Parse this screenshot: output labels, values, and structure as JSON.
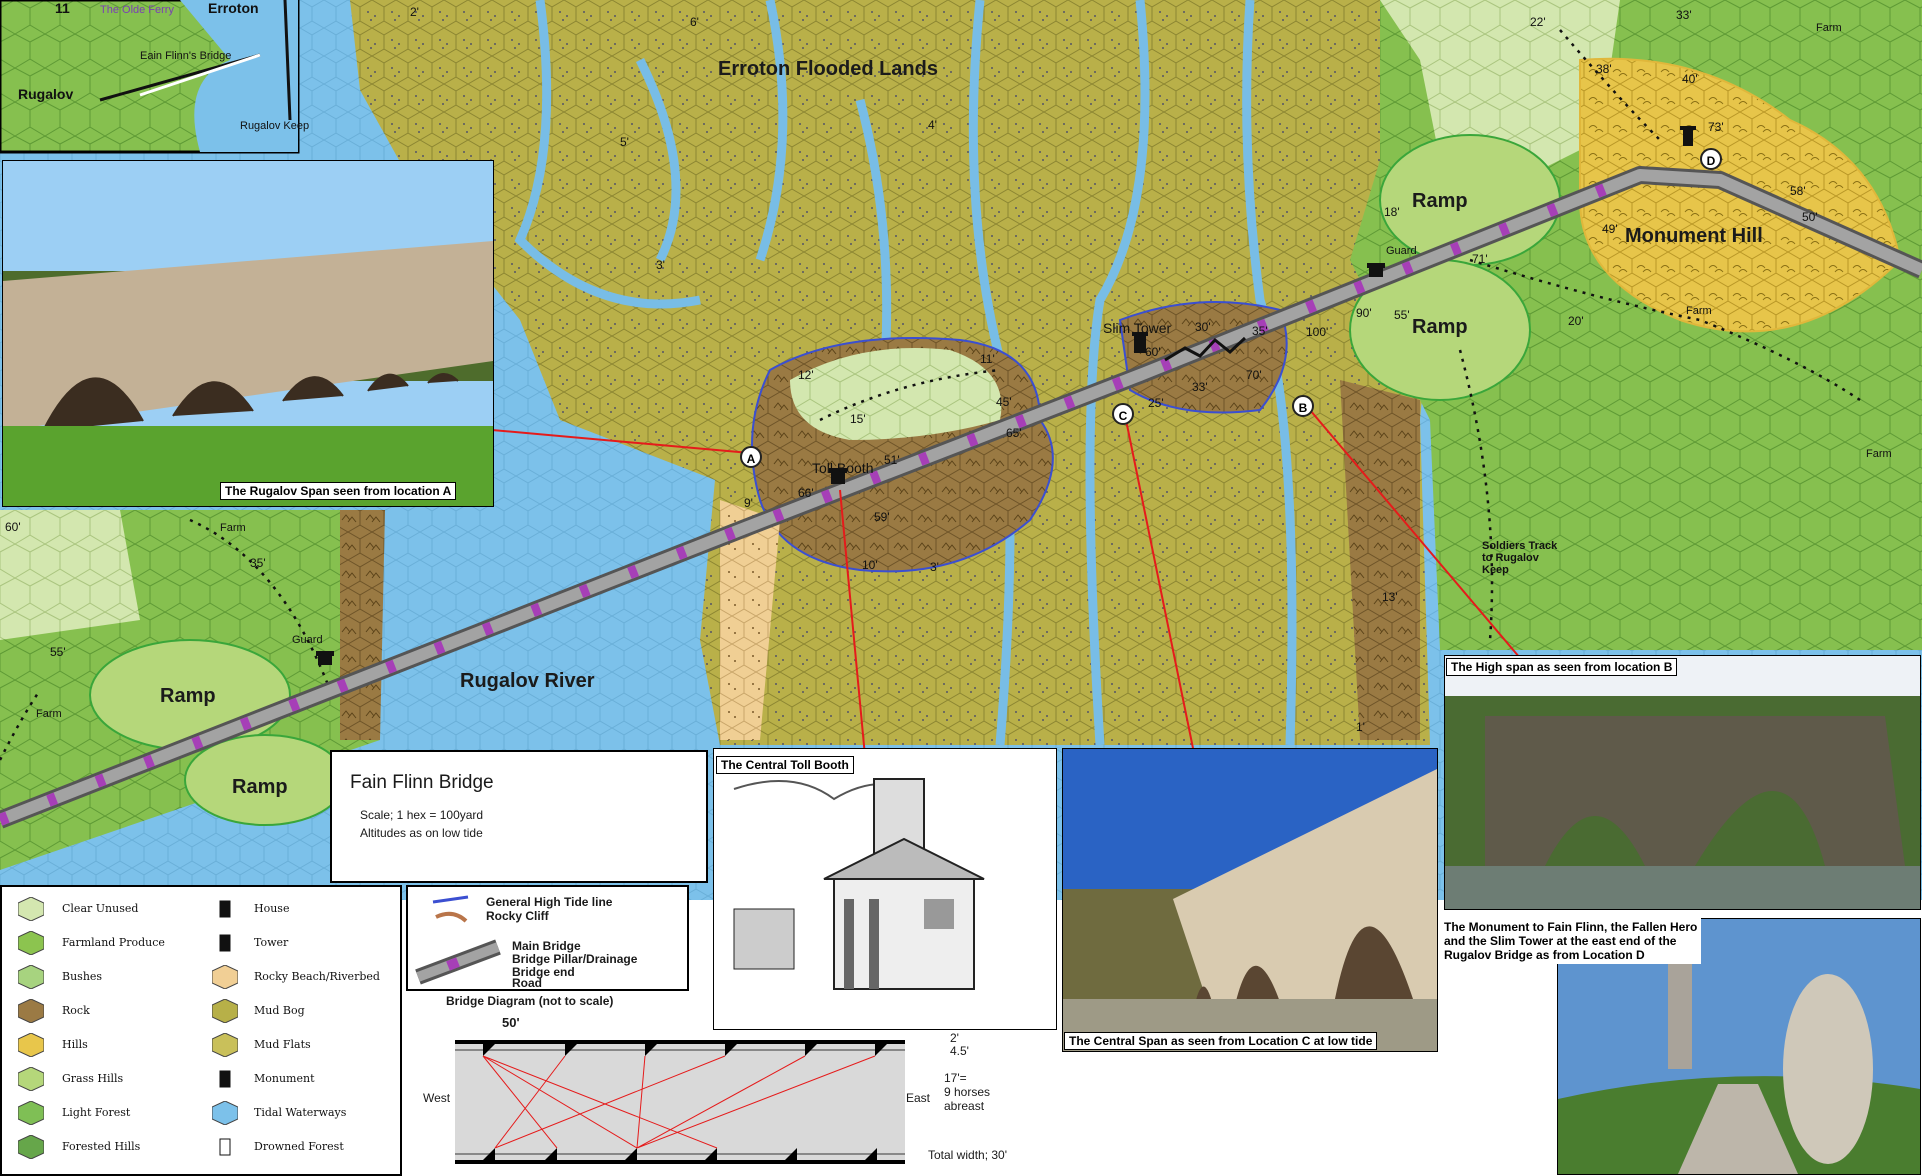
{
  "map": {
    "region_label": "Erroton Flooded Lands",
    "river_label": "Rugalov River",
    "hill_label": "Monument Hill",
    "ramps": [
      "Ramp",
      "Ramp",
      "Ramp",
      "Ramp"
    ],
    "places": {
      "slim_tower": "Slim Tower",
      "toll_booth": "Toll Booth",
      "guard": "Guard",
      "farm": "Farm",
      "soldiers_track": "Soldiers Track to Rugalov Keep"
    },
    "markers": [
      "A",
      "B",
      "C",
      "D"
    ],
    "altitudes_visible": [
      "2'",
      "5'",
      "6'",
      "3'",
      "4'",
      "12'",
      "11'",
      "15'",
      "45'",
      "65'",
      "66'",
      "51'",
      "59'",
      "10'",
      "3'",
      "30'",
      "35'",
      "60'",
      "33'",
      "25'",
      "70'",
      "100'",
      "90'",
      "55'",
      "18'",
      "13'",
      "1'",
      "22'",
      "33'",
      "38'",
      "40'",
      "73'",
      "58'",
      "50'",
      "49'",
      "71'",
      "20'",
      "60'",
      "55'",
      "9'",
      "35'"
    ],
    "inset": {
      "erroton": "Erroton",
      "ferry": "The Olde Ferry",
      "eain_flinns_bridge": "Eain Flinn's Bridge",
      "rugalov": "Rugalov",
      "rugalov_keep": "Rugalov Keep",
      "eleven": "11"
    }
  },
  "title_box": {
    "title": "Fain Flinn Bridge",
    "scale": "Scale; 1 hex = 100yard",
    "altitudes": "Altitudes as on low tide"
  },
  "captions": {
    "a": "The Rugalov Span seen from location A",
    "toll": "The Central Toll Booth",
    "c": "The Central Span as seen from Location C at low tide",
    "b": "The High span as seen from location B",
    "d_line1": "The Monument to Fain Flinn, the Fallen Hero",
    "d_line2": "and the Slim Tower at the east end of the",
    "d_line3": "Rugalov Bridge",
    "d_line3b": "as from Location D"
  },
  "legend": {
    "terrain": [
      {
        "label": "Clear Unused",
        "color": "#d4e7b0"
      },
      {
        "label": "Farmland Produce",
        "color": "#8cc44f"
      },
      {
        "label": "Bushes",
        "color": "#a7d37f"
      },
      {
        "label": "Rock",
        "color": "#9b7a44"
      },
      {
        "label": "Hills",
        "color": "#e8c64b"
      },
      {
        "label": "Grass Hills",
        "color": "#b5d77a"
      },
      {
        "label": "Light Forest",
        "color": "#7fbf55"
      },
      {
        "label": "Forested Hills",
        "color": "#66a64a"
      }
    ],
    "features": [
      {
        "label": "House",
        "icon": "house-icon"
      },
      {
        "label": "Tower",
        "icon": "tower-icon"
      },
      {
        "label": "Rocky Beach/Riverbed",
        "color": "#f1cf95"
      },
      {
        "label": "Mud Bog",
        "color": "#b7b048"
      },
      {
        "label": "Mud Flats",
        "color": "#c9c05a"
      },
      {
        "label": "Monument",
        "icon": "monument-icon"
      },
      {
        "label": "Tidal Waterways",
        "color": "#7cc1ea"
      },
      {
        "label": "Drowned Forest",
        "icon": "tree-icon"
      }
    ],
    "lines": [
      {
        "label": "General High Tide line",
        "color": "#3b4fd1"
      },
      {
        "label": "Rocky Cliff",
        "color": "#b9754a"
      },
      {
        "label": "Main Bridge",
        "color": "#9e9e9e"
      },
      {
        "label": "Bridge Pillar/Drainage",
        "color": "#a63fb7"
      },
      {
        "label": "Bridge end",
        "color": "#c7c7c7"
      },
      {
        "label": "Road",
        "color": "#111111"
      }
    ]
  },
  "diagram": {
    "title": "Bridge Diagram (not to scale)",
    "span": "50'",
    "west": "West",
    "east": "East",
    "dim1": "2'",
    "dim2": "4.5'",
    "dim3": "17'=",
    "dim4": "9 horses",
    "dim5": "abreast",
    "total": "Total width; 30'"
  }
}
